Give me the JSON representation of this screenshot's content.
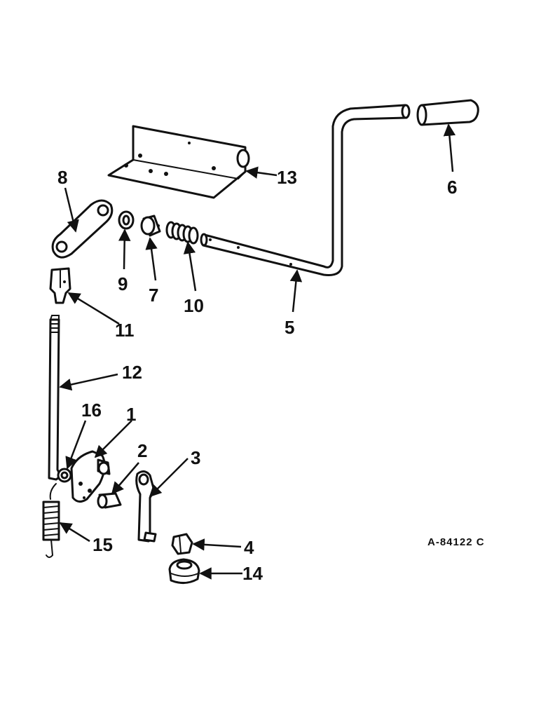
{
  "diagram": {
    "reference_code": "A-84122 C",
    "callouts": [
      {
        "id": "p1",
        "label": "1"
      },
      {
        "id": "p2",
        "label": "2"
      },
      {
        "id": "p3",
        "label": "3"
      },
      {
        "id": "p4",
        "label": "4"
      },
      {
        "id": "p5",
        "label": "5"
      },
      {
        "id": "p6",
        "label": "6"
      },
      {
        "id": "p7",
        "label": "7"
      },
      {
        "id": "p8",
        "label": "8"
      },
      {
        "id": "p9",
        "label": "9"
      },
      {
        "id": "p10",
        "label": "10"
      },
      {
        "id": "p11",
        "label": "11"
      },
      {
        "id": "p12",
        "label": "12"
      },
      {
        "id": "p13",
        "label": "13"
      },
      {
        "id": "p14",
        "label": "14"
      },
      {
        "id": "p15",
        "label": "15"
      },
      {
        "id": "p16",
        "label": "16"
      }
    ]
  }
}
